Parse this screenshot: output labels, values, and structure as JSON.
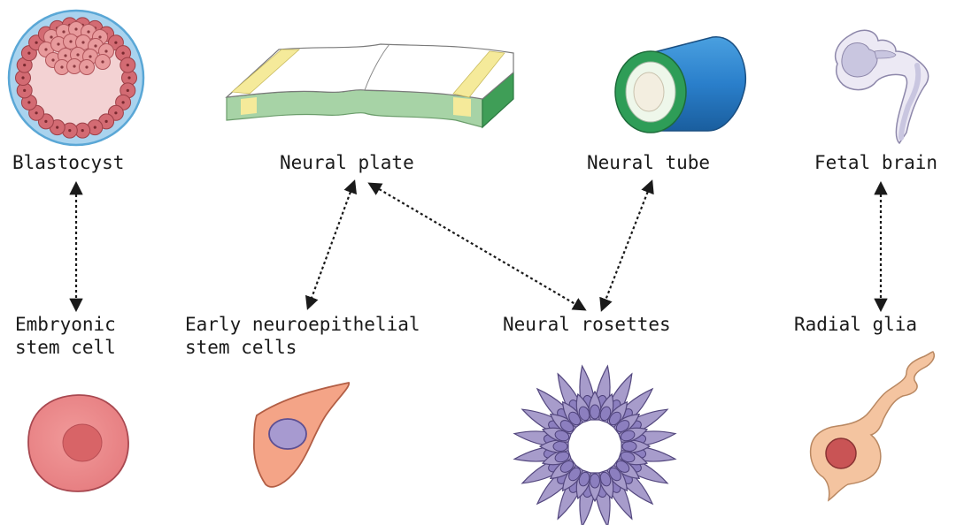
{
  "top_row": {
    "blastocyst": "Blastocyst",
    "neural_plate": "Neural plate",
    "neural_tube": "Neural tube",
    "fetal_brain": "Fetal brain"
  },
  "bottom_row": {
    "esc_line1": "Embryonic",
    "esc_line2": "stem cell",
    "ene_line1": "Early neuroepithelial",
    "ene_line2": "stem cells",
    "rosettes": "Neural rosettes",
    "radial_glia": "Radial glia"
  },
  "colors": {
    "cell_red": "#ee8a8a",
    "nucleus_red": "#d86467",
    "plate_green": "#a7d3a6",
    "plate_yellow": "#f5ea9a",
    "tube_blue": "#1f78c1",
    "tube_green": "#2e9d57",
    "brain_lavender": "#c9c6e0",
    "rosette_purple": "#9f96c4",
    "glia_peach": "#f4c4a0",
    "arrow": "#1a1a1a"
  },
  "icons": [
    "blastocyst-icon",
    "neural-plate-icon",
    "neural-tube-icon",
    "fetal-brain-icon",
    "embryonic-stem-cell-icon",
    "neuroepithelial-cell-icon",
    "neural-rosette-icon",
    "radial-glia-icon"
  ]
}
